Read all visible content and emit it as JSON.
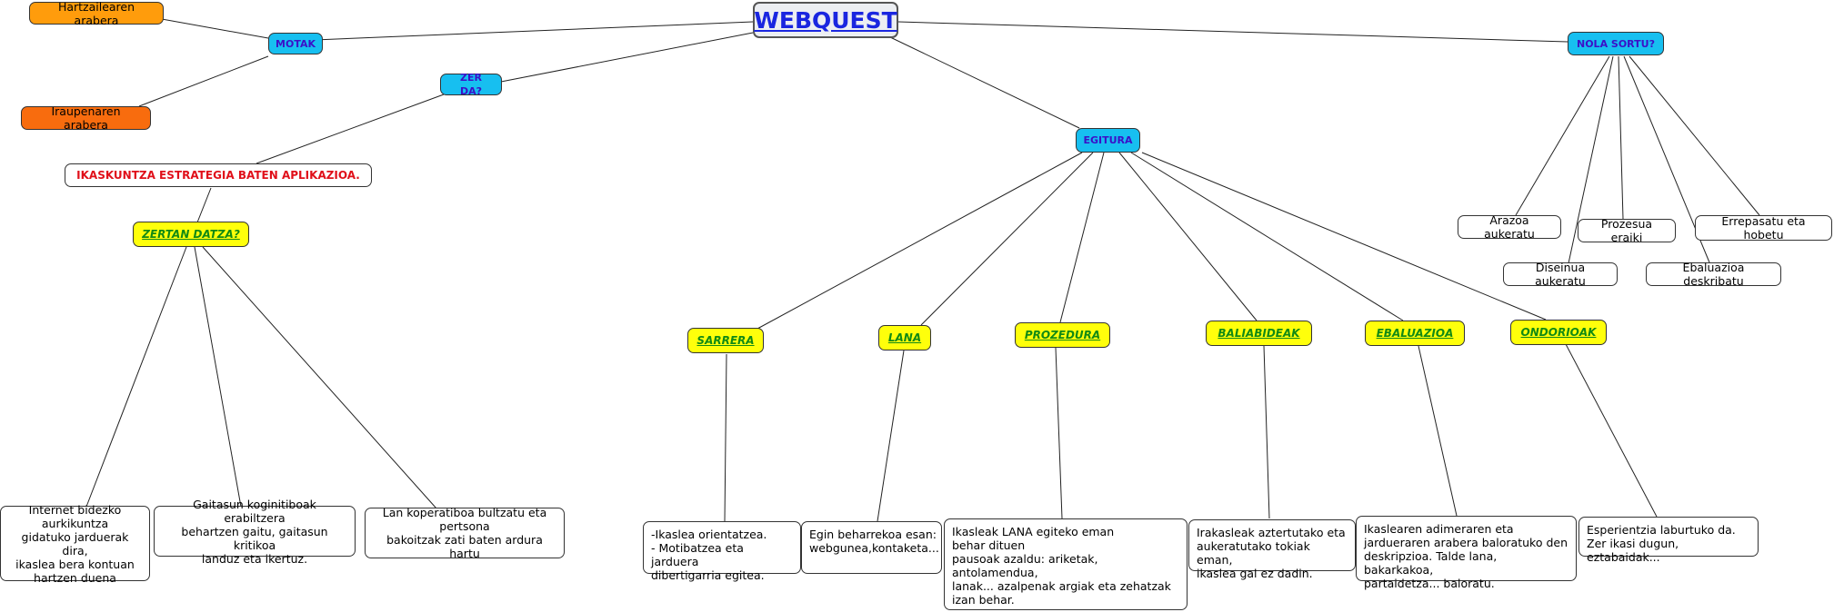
{
  "root": "WEBQUEST",
  "branches": {
    "mota": "MOTAK",
    "zer_da": "ZER DA?",
    "egitura": "EGITURA",
    "nola_sortu": "NOLA SORTU?"
  },
  "motak": {
    "hartzailea": "Hartzailearen arabera",
    "iraupena": "Iraupenaren arabera"
  },
  "zer_da": {
    "aplikazioa": "IKASKUNTZA ESTRATEGIA BATEN APLIKAZIOA.",
    "zertan": "ZERTAN DATZA?",
    "item1": "Internet bidezko\naurkikuntza\ngidatuko jarduerak dira,\nikaslea bera kontuan\nhartzen duena",
    "item2": "Gaitasun koginitiboak erabiltzera\nbehartzen gaitu, gaitasun kritikoa\nlanduz eta ikertuz.",
    "item3": "Lan koperatiboa bultzatu eta\npertsona\nbakoitzak zati baten ardura hartu"
  },
  "egitura": {
    "sarrera": "SARRERA",
    "sarrera_text": "-Ikaslea orientatzea.\n- Motibatzea eta jarduera\ndibertigarria egitea.",
    "lana": "LANA",
    "lana_text": "Egin beharrekoa esan:\nwebgunea,kontaketa...",
    "prozedura": "PROZEDURA",
    "prozedura_text": "Ikasleak LANA egiteko eman\nbehar dituen\npausoak azaldu: ariketak, antolamendua,\nlanak... azalpenak argiak eta zehatzak\nizan behar.",
    "baliabideak": "BALIABIDEAK",
    "baliabideak_text": "Irakasleak aztertutako eta\naukeratutako tokiak eman,\nikaslea gal ez dadin.",
    "ebaluazioa": "EBALUAZIOA",
    "ebaluazioa_text": "Ikaslearen adimeraren eta\njardueraren arabera baloratuko den\ndeskripzioa. Talde lana, bakarkakoa,\npartaidetza... baloratu.",
    "ondorioak": "ONDORIOAK",
    "ondorioak_text": "Esperientzia laburtuko da.\nZer ikasi dugun, eztabaidak..."
  },
  "nola_sortu": {
    "arazoa": "Arazoa aukeratu",
    "diseinua": "Diseinua aukeratu",
    "prozesua": "Prozesua eraiki",
    "ebaluazioa": "Ebaluazioa deskribatu",
    "errepasatu": "Errepasatu eta hobetu"
  },
  "colors": {
    "branch": "#17bff0",
    "section": "#ffff0b",
    "orange_light": "#ff9c0c",
    "orange_dark": "#f86c0e",
    "title_text": "#1a26e0",
    "accent_red": "#e0101a"
  }
}
